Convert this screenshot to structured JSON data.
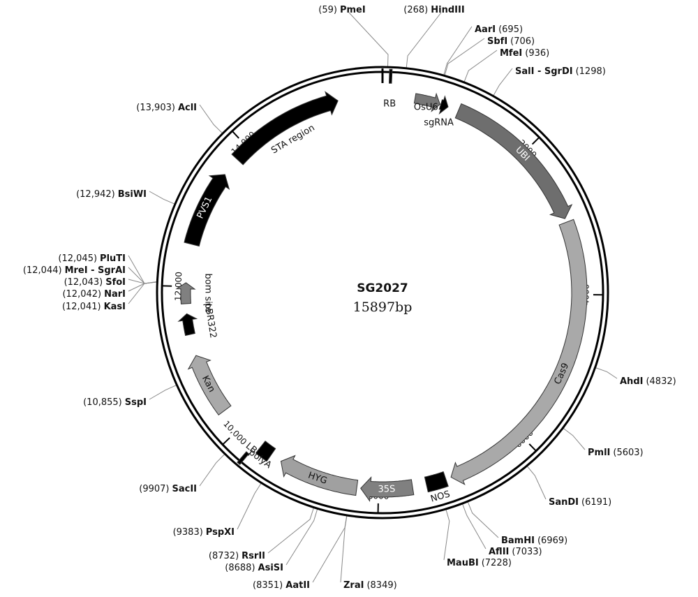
{
  "plasmid": {
    "name": "SG2027",
    "size_label": "15897bp",
    "length": 15897
  },
  "ticks": [
    {
      "pos": 2000,
      "label": "2000"
    },
    {
      "pos": 4000,
      "label": "4000"
    },
    {
      "pos": 6000,
      "label": "6000"
    },
    {
      "pos": 8000,
      "label": "8000"
    },
    {
      "pos": 10000,
      "label": "10,000"
    },
    {
      "pos": 12000,
      "label": "12,000"
    },
    {
      "pos": 14000,
      "label": "14,000"
    }
  ],
  "sites": [
    {
      "name": "PmeI",
      "pos_label": "(59)",
      "pos": 59
    },
    {
      "name": "HindIII",
      "pos_label": "(268)",
      "pos": 268
    },
    {
      "name": "AarI",
      "pos_label": "(695)",
      "pos": 695
    },
    {
      "name": "SbfI",
      "pos_label": "(706)",
      "pos": 706
    },
    {
      "name": "MfeI",
      "pos_label": "(936)",
      "pos": 936
    },
    {
      "name": "SalI - SgrDI",
      "pos_label": "(1298)",
      "pos": 1298
    },
    {
      "name": "AhdI",
      "pos_label": "(4832)",
      "pos": 4832
    },
    {
      "name": "PmlI",
      "pos_label": "(5603)",
      "pos": 5603
    },
    {
      "name": "SanDI",
      "pos_label": "(6191)",
      "pos": 6191
    },
    {
      "name": "BamHI",
      "pos_label": "(6969)",
      "pos": 6969
    },
    {
      "name": "AflII",
      "pos_label": "(7033)",
      "pos": 7033
    },
    {
      "name": "MauBI",
      "pos_label": "(7228)",
      "pos": 7228
    },
    {
      "name": "ZraI",
      "pos_label": "(8349)",
      "pos": 8349
    },
    {
      "name": "AatII",
      "pos_label": "(8351)",
      "pos": 8351
    },
    {
      "name": "AsiSI",
      "pos_label": "(8688)",
      "pos": 8688
    },
    {
      "name": "RsrII",
      "pos_label": "(8732)",
      "pos": 8732
    },
    {
      "name": "PspXI",
      "pos_label": "(9383)",
      "pos": 9383
    },
    {
      "name": "SacII",
      "pos_label": "(9907)",
      "pos": 9907
    },
    {
      "name": "SspI",
      "pos_label": "(10,855)",
      "pos": 10855
    },
    {
      "name": "KasI",
      "pos_label": "(12,041)",
      "pos": 12041
    },
    {
      "name": "NarI",
      "pos_label": "(12,042)",
      "pos": 12042
    },
    {
      "name": "SfoI",
      "pos_label": "(12,043)",
      "pos": 12043
    },
    {
      "name": "MreI - SgrAI",
      "pos_label": "(12,044)",
      "pos": 12044
    },
    {
      "name": "PluTI",
      "pos_label": "(12,045)",
      "pos": 12045
    },
    {
      "name": "BsiWI",
      "pos_label": "(12,942)",
      "pos": 12942
    },
    {
      "name": "AclI",
      "pos_label": "(13,903)",
      "pos": 13903
    }
  ],
  "features": [
    {
      "name": "RB",
      "start": 80,
      "end": 110,
      "color": "#000000"
    },
    {
      "name": "OsU6",
      "start": 420,
      "end": 750,
      "color": "#777777"
    },
    {
      "name": "sgRNA",
      "start": 760,
      "end": 860,
      "color": "#000000"
    },
    {
      "name": "UBI",
      "start": 1000,
      "end": 3000,
      "color": "#6e6e6e"
    },
    {
      "name": "Cas9",
      "start": 3050,
      "end": 7050,
      "color": "#a9a9a9"
    },
    {
      "name": "NOS",
      "start": 7120,
      "end": 7380,
      "color": "#000000"
    },
    {
      "name": "35S",
      "start": 7560,
      "end": 8230,
      "color": "#808080"
    },
    {
      "name": "HYG",
      "start": 8280,
      "end": 9320,
      "color": "#a0a0a0"
    },
    {
      "name": "polyA",
      "start": 9470,
      "end": 9640,
      "color": "#000000"
    },
    {
      "name": "LB",
      "start": 9700,
      "end": 9740,
      "color": "#000000"
    },
    {
      "name": "Kan",
      "start": 10300,
      "end": 11100,
      "color": "#a9a9a9"
    },
    {
      "name": "pBR322",
      "start": 11380,
      "end": 11650,
      "color": "#000000"
    },
    {
      "name": "bom site",
      "start": 11780,
      "end": 12050,
      "color": "#808080"
    },
    {
      "name": "PVS1",
      "start": 12550,
      "end": 13550,
      "color": "#000000"
    },
    {
      "name": "STA region",
      "start": 13800,
      "end": 15320,
      "color": "#000000"
    }
  ]
}
